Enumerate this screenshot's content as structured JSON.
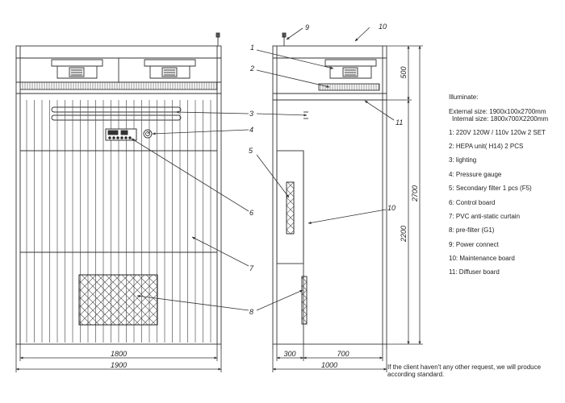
{
  "legend": {
    "title": "Illuminate:",
    "external_size": "External size: 1900x100x2700mm",
    "internal_size": "Internal size: 1800x700X2200mm",
    "items": [
      "1: 220V 120W / 110v 120w   2 SET",
      "2: HEPA unit( H14) 2 PCS",
      "3: lighting",
      "4: Pressure gauge",
      "5: Secondary filter 1 pcs (F5)",
      "6: Control board",
      "7: PVC anti-static curtain",
      "8: pre-filter (G1)",
      "9: Power connect",
      "10: Maintenance board",
      "11: Diffuser board"
    ]
  },
  "callouts": [
    "1",
    "2",
    "3",
    "4",
    "5",
    "6",
    "7",
    "8",
    "9",
    "10",
    "11",
    "10"
  ],
  "dimensions": {
    "front_inner_width": "1800",
    "front_outer_width": "1900",
    "side_depth_1": "300",
    "side_depth_2": "700",
    "side_total_depth": "1000",
    "top_height": "500",
    "total_height": "2700",
    "inner_height": "2200"
  },
  "footnote": "If the client haven't any other request, we will produce according standard."
}
